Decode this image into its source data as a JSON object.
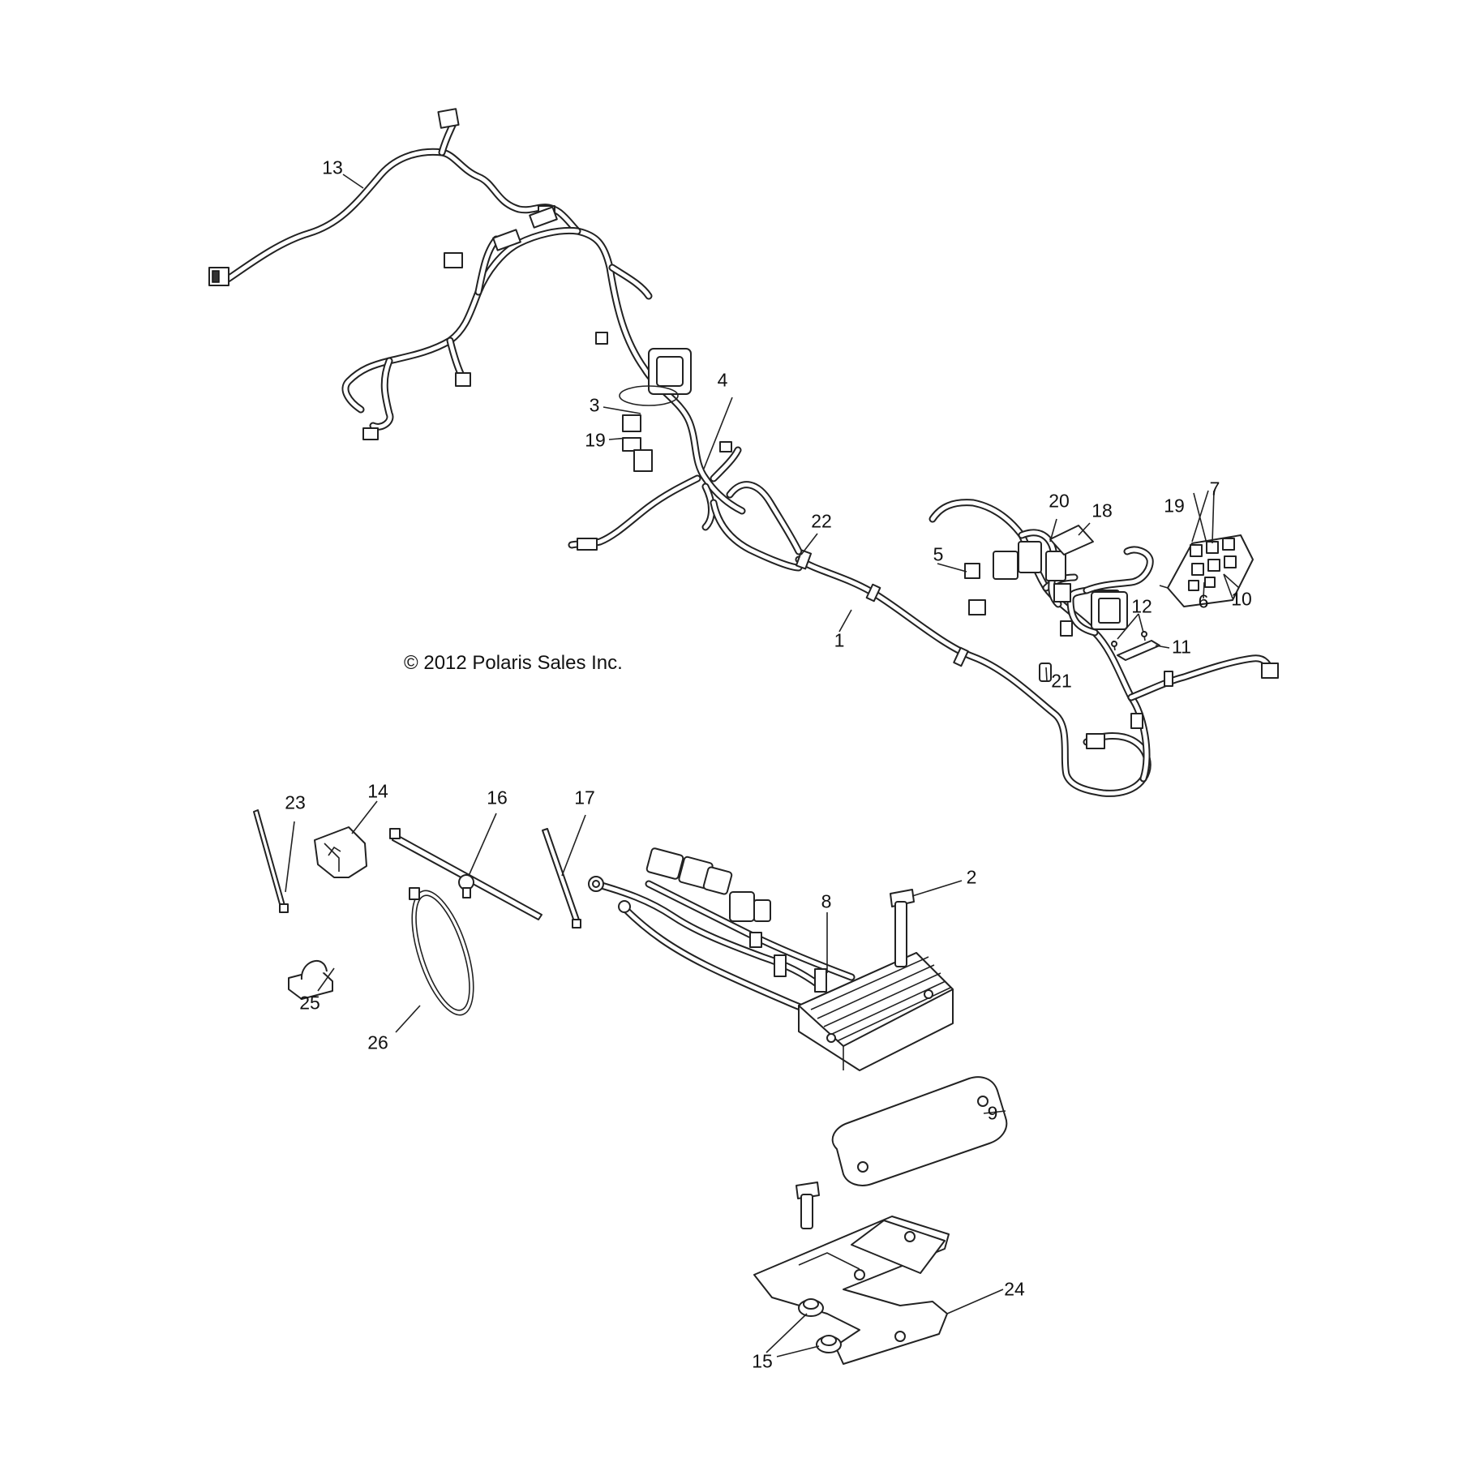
{
  "copyright": "© 2012 Polaris Sales Inc.",
  "callouts": [
    {
      "id": "c13",
      "label": "13"
    },
    {
      "id": "c3",
      "label": "3"
    },
    {
      "id": "c19a",
      "label": "19"
    },
    {
      "id": "c4",
      "label": "4"
    },
    {
      "id": "c22",
      "label": "22"
    },
    {
      "id": "c1",
      "label": "1"
    },
    {
      "id": "c20",
      "label": "20"
    },
    {
      "id": "c18",
      "label": "18"
    },
    {
      "id": "c5",
      "label": "5"
    },
    {
      "id": "c19b",
      "label": "19"
    },
    {
      "id": "c7",
      "label": "7"
    },
    {
      "id": "c6",
      "label": "6"
    },
    {
      "id": "c10",
      "label": "10"
    },
    {
      "id": "c12",
      "label": "12"
    },
    {
      "id": "c11",
      "label": "11"
    },
    {
      "id": "c21",
      "label": "21"
    },
    {
      "id": "c23",
      "label": "23"
    },
    {
      "id": "c14",
      "label": "14"
    },
    {
      "id": "c16",
      "label": "16"
    },
    {
      "id": "c17",
      "label": "17"
    },
    {
      "id": "c2",
      "label": "2"
    },
    {
      "id": "c8",
      "label": "8"
    },
    {
      "id": "c25",
      "label": "25"
    },
    {
      "id": "c26",
      "label": "26"
    },
    {
      "id": "c9",
      "label": "9"
    },
    {
      "id": "c24",
      "label": "24"
    },
    {
      "id": "c15",
      "label": "15"
    }
  ]
}
